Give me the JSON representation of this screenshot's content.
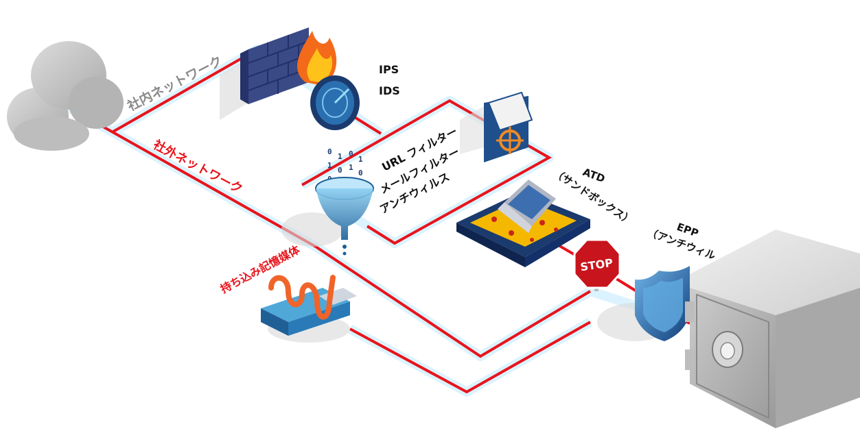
{
  "labels": {
    "internal_network": "社内ネットワーク",
    "external_network": "社外ネットワーク",
    "removable_media": "持ち込み記憶媒体",
    "ips": "IPS",
    "ids": "IDS",
    "url_filter": "URL フィルター",
    "mail_filter": "メールフィルター",
    "antivirus": "アンチウィルス",
    "atd": "ATD",
    "atd_sub": "（サンドボックス）",
    "epp": "EPP",
    "epp_sub": "（アンチウィル",
    "stop": "STOP"
  },
  "colors": {
    "line": "#e8141c",
    "label_internal": "#8a8a8a",
    "label_external": "#e8141c",
    "glow": "#bfe8ff"
  },
  "icons": [
    "cloud-icon",
    "firewall-icon",
    "fire-icon",
    "radar-icon",
    "mail-icon",
    "funnel-icon",
    "laptop-sandbox-icon",
    "stop-sign-icon",
    "shield-icon",
    "usb-icon",
    "worm-icon",
    "safe-icon"
  ]
}
